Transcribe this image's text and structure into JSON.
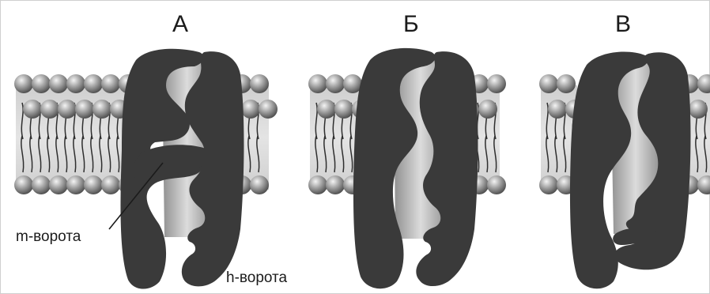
{
  "panels": [
    {
      "label": "А"
    },
    {
      "label": "Б"
    },
    {
      "label": "В"
    }
  ],
  "annotations": {
    "m_gate": "m-ворота",
    "h_gate": "h-ворота"
  },
  "colors": {
    "channel_protein": "#3a3a3a",
    "pore_light": "#d2d2d2",
    "pore_dark": "#9a9a9a",
    "lipid_head_light": "#e6e6e6",
    "lipid_head_dark": "#5a5a5a",
    "membrane_background": "#d9d9d9",
    "lipid_tail": "#2e2e2e"
  }
}
